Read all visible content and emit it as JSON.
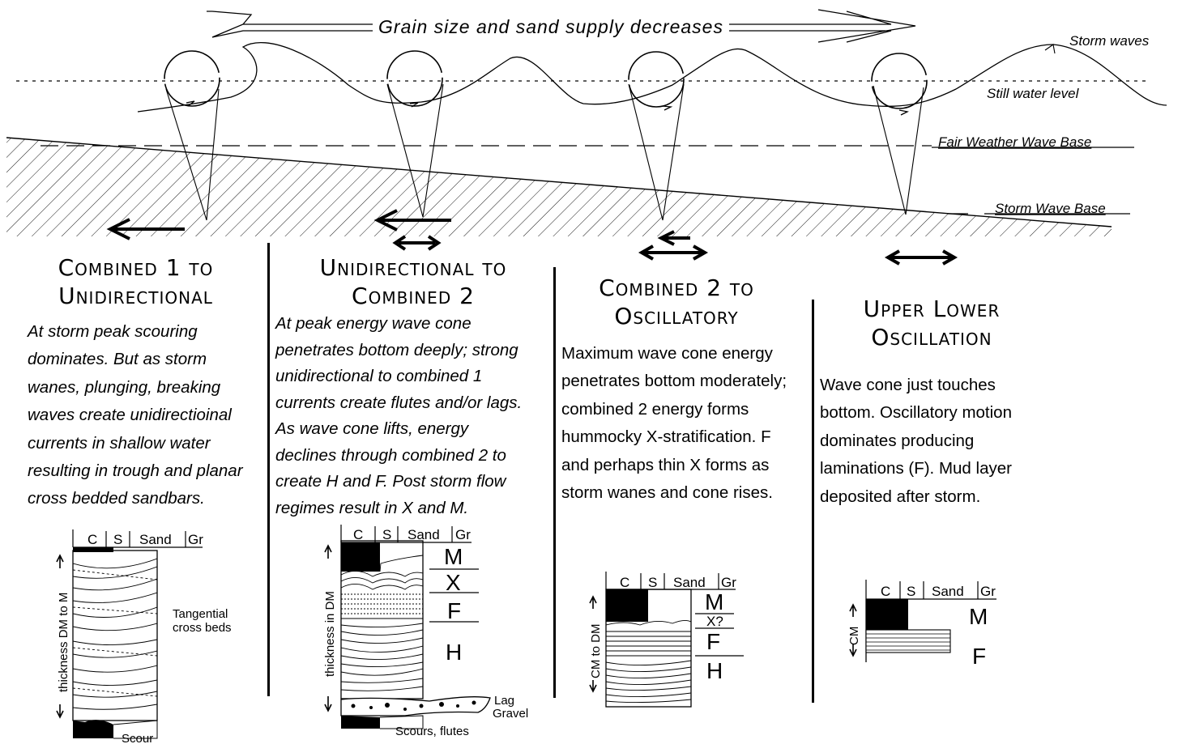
{
  "top_banner": "Grain size and sand supply decreases",
  "side_labels": {
    "storm_waves": "Storm waves",
    "still_water": "Still water level",
    "fair_weather_base": "Fair Weather Wave Base",
    "storm_wave_base": "Storm Wave Base"
  },
  "zones": [
    {
      "title_lines": [
        "Combined 1 to",
        "Unidirectional"
      ],
      "desc_lines": [
        "At storm peak scouring",
        "dominates.  But as storm",
        "wanes, plunging, breaking",
        "waves create unidirectioinal",
        "currents in shallow water",
        "resulting in trough and planar",
        "cross bedded sandbars."
      ],
      "column": {
        "header": [
          "C",
          "S",
          "Sand",
          "Gr"
        ],
        "thickness_label": "thickness DM to M",
        "annotations": [
          "Tangential",
          "cross beds"
        ],
        "bottom_label": "Scour"
      }
    },
    {
      "title_lines": [
        "Unidirectional to",
        "Combined 2"
      ],
      "desc_lines": [
        "At peak energy wave cone",
        "penetrates bottom deeply; strong",
        "unidirectional to combined 1",
        "currents create flutes and/or lags.",
        "As wave cone lifts, energy",
        "declines through combined 2 to",
        "create  H and F.  Post storm flow",
        "regimes result in X and M."
      ],
      "column": {
        "header": [
          "C",
          "S",
          "Sand",
          "Gr"
        ],
        "thickness_label": "thickness in  DM",
        "facies": [
          "M",
          "X",
          "F",
          "H"
        ],
        "annotations": [
          "Lag",
          "Gravel"
        ],
        "bottom_label": "Scours, flutes"
      }
    },
    {
      "title_lines": [
        "Combined 2 to",
        "Oscillatory"
      ],
      "desc_lines": [
        "Maximum wave cone energy",
        "penetrates bottom moderately;",
        "combined 2 energy forms",
        "hummocky X-stratification.  F",
        "and perhaps thin X forms as",
        "storm wanes and cone rises."
      ],
      "column": {
        "header": [
          "C",
          "S",
          "Sand",
          "Gr"
        ],
        "thickness_label": "CM to DM",
        "facies": [
          "M",
          "X?",
          "F",
          "H"
        ]
      }
    },
    {
      "title_lines": [
        "Upper Lower",
        "Oscillation"
      ],
      "desc_lines": [
        "Wave cone just touches",
        "bottom.  Oscillatory motion",
        "dominates producing",
        "laminations (F). Mud layer",
        "deposited after storm."
      ],
      "column": {
        "header": [
          "C",
          "S",
          "Sand",
          "Gr"
        ],
        "thickness_label": "CM",
        "facies": [
          "M",
          "F"
        ]
      }
    }
  ]
}
